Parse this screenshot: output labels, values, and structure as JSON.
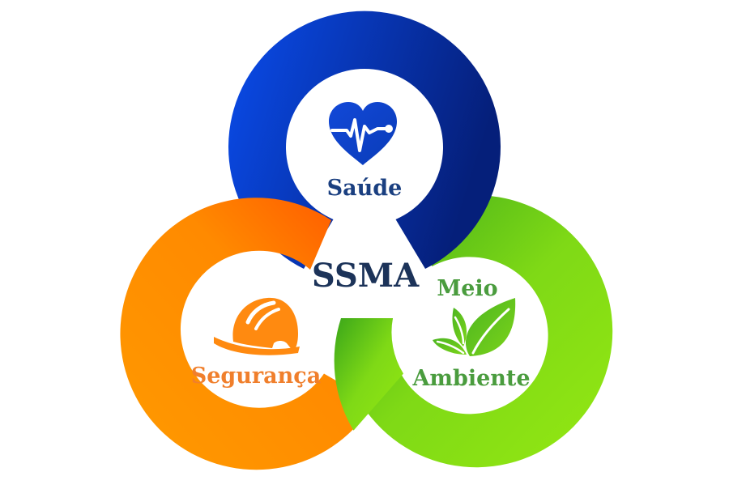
{
  "diagram": {
    "center_title": "SSMA",
    "pillars": [
      {
        "id": "saude",
        "label": "Saúde",
        "icon": "heart-pulse-icon",
        "ring_colors": [
          "#0a4ae6",
          "#06207e"
        ],
        "text_color": "#1a3f80"
      },
      {
        "id": "seguranca",
        "label": "Segurança",
        "icon": "hard-hat-icon",
        "ring_colors": [
          "#ff9500",
          "#ff5a00"
        ],
        "text_color": "#f07f2c"
      },
      {
        "id": "meio_ambiente",
        "label_line1": "Meio",
        "label_line2": "Ambiente",
        "icon": "leaves-icon",
        "ring_colors": [
          "#43ae1c",
          "#8ee614"
        ],
        "text_color": "#4a9c3e"
      }
    ],
    "center_title_color": "#1c3359"
  }
}
